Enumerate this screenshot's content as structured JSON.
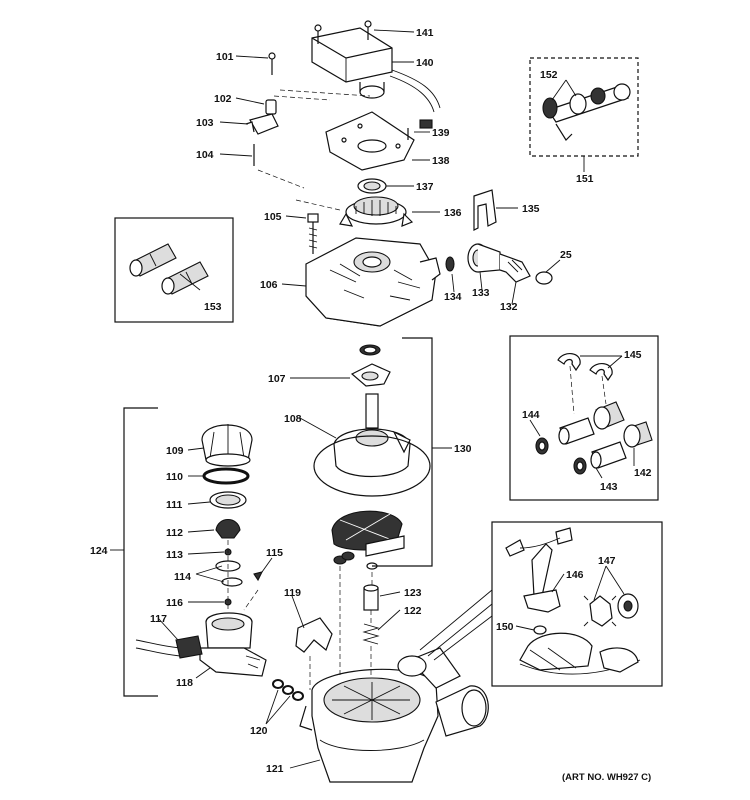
{
  "art_number": "(ART NO. WH927 C)",
  "callouts": [
    "101",
    "102",
    "103",
    "104",
    "105",
    "106",
    "107",
    "108",
    "109",
    "110",
    "111",
    "112",
    "113",
    "114",
    "115",
    "116",
    "117",
    "118",
    "119",
    "120",
    "121",
    "122",
    "123",
    "124",
    "130",
    "132",
    "133",
    "134",
    "135",
    "136",
    "137",
    "138",
    "139",
    "140",
    "141",
    "142",
    "143",
    "144",
    "145",
    "146",
    "147",
    "150",
    "151",
    "152",
    "153",
    "25"
  ]
}
